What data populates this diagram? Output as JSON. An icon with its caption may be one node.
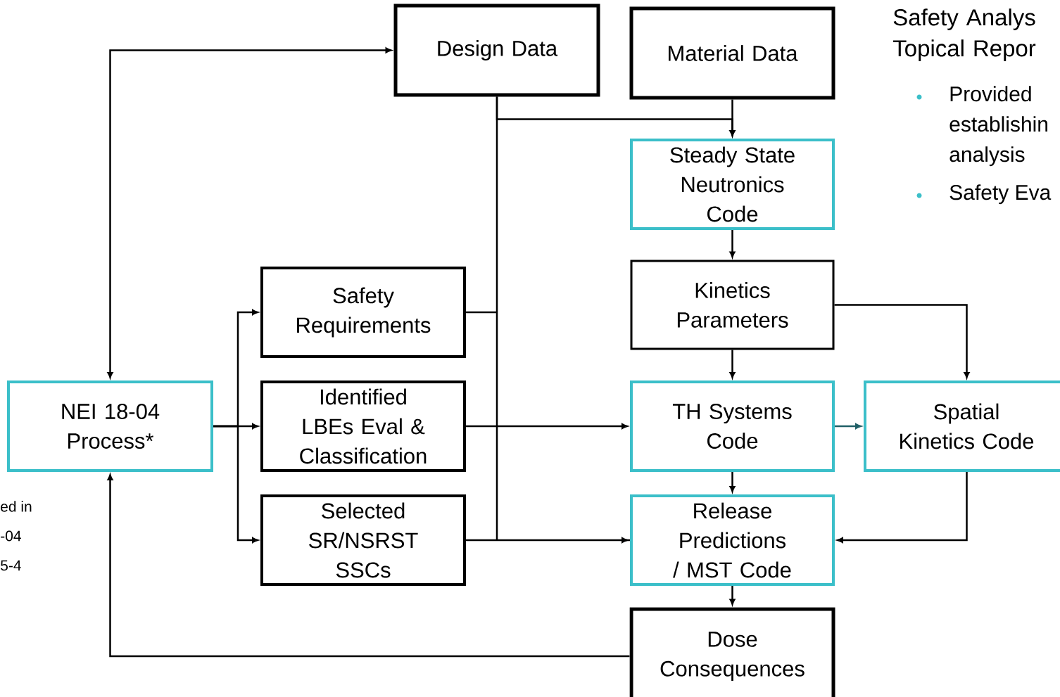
{
  "diagram": {
    "nodes": [
      {
        "text": [
          "Design Data"
        ]
      },
      {
        "text": [
          "Material Data"
        ]
      },
      {
        "text": [
          "Steady State Neutronics Code"
        ]
      },
      {
        "text": [
          "Kinetics Parameters"
        ]
      },
      {
        "text": [
          "NEI 18-04 Process*"
        ]
      },
      {
        "text": [
          "Safety Requirements"
        ]
      },
      {
        "text": [
          "Identified LBEs Eval & Classification"
        ]
      },
      {
        "text": [
          "Selected SR/NSRST SSCs"
        ]
      },
      {
        "text": [
          "TH Systems Code"
        ]
      },
      {
        "text": [
          "Spatial Kinetics Code"
        ]
      },
      {
        "text": [
          "Release Predictions / MST Code"
        ]
      },
      {
        "text": [
          "Dose Consequences"
        ]
      }
    ],
    "edges": [
      {
        "from": 4,
        "to": 0,
        "arrow": "both"
      },
      {
        "from": 11,
        "to": 4,
        "arrow": "to"
      },
      {
        "from": 0,
        "to": 2,
        "arrow": "to"
      },
      {
        "from": 1,
        "to": 2,
        "arrow": "to"
      },
      {
        "from": 0,
        "to": 10,
        "arrow": "to"
      },
      {
        "from": 5,
        "to": 10,
        "arrow": "to"
      },
      {
        "from": 7,
        "to": 10,
        "arrow": "to"
      },
      {
        "from": 4,
        "to": 5,
        "arrow": "to"
      },
      {
        "from": 4,
        "to": 6,
        "arrow": "to"
      },
      {
        "from": 4,
        "to": 7,
        "arrow": "to"
      },
      {
        "from": 6,
        "to": 8,
        "arrow": "to"
      },
      {
        "from": 2,
        "to": 3,
        "arrow": "to"
      },
      {
        "from": 3,
        "to": 8,
        "arrow": "to"
      },
      {
        "from": 3,
        "to": 9,
        "arrow": "to"
      },
      {
        "from": 8,
        "to": 9,
        "arrow": "to",
        "color": "#1f5f66"
      },
      {
        "from": 9,
        "to": 10,
        "arrow": "to"
      },
      {
        "from": 8,
        "to": 10,
        "arrow": "to"
      },
      {
        "from": 10,
        "to": 11,
        "arrow": "to"
      }
    ],
    "labels": [
      "Safety Analys Topical Repor",
      "Provided establishin analysis",
      "Safety Eva",
      "ed in",
      "-04",
      "5-4"
    ]
  }
}
